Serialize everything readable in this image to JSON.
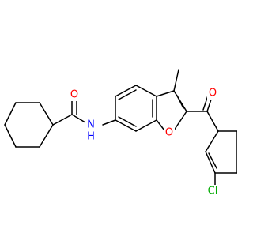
{
  "molecule": {
    "atoms": {
      "oxygen_carbonyl_amide": "O",
      "amide_nitrogen": "N",
      "amide_hydrogen": "H",
      "furan_oxygen": "O",
      "oxygen_carbonyl_ketone": "O",
      "chlorine": "Cl"
    },
    "colors": {
      "bond": "#000000",
      "oxygen": "#ff0000",
      "nitrogen": "#0000ff",
      "chlorine": "#00aa00"
    }
  }
}
